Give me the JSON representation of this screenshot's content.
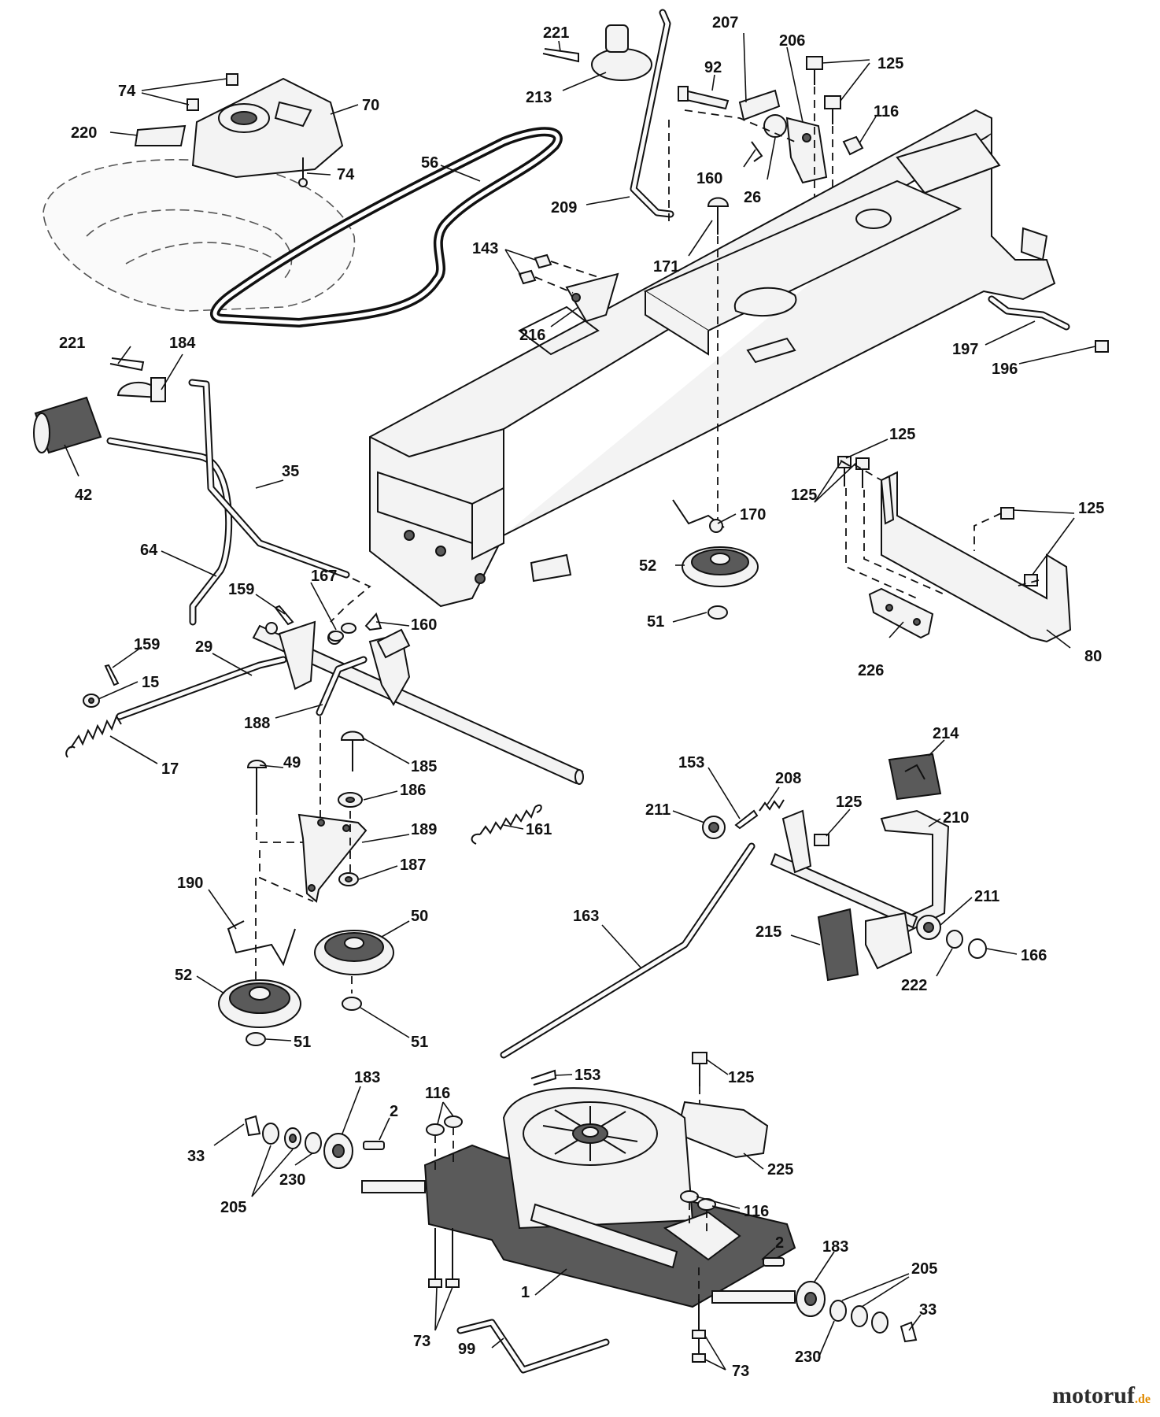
{
  "diagram": {
    "callouts": [
      {
        "id": "74a",
        "label": "74"
      },
      {
        "id": "70",
        "label": "70"
      },
      {
        "id": "220",
        "label": "220"
      },
      {
        "id": "74b",
        "label": "74"
      },
      {
        "id": "221a",
        "label": "221"
      },
      {
        "id": "213",
        "label": "213"
      },
      {
        "id": "207",
        "label": "207"
      },
      {
        "id": "206",
        "label": "206"
      },
      {
        "id": "125a",
        "label": "125"
      },
      {
        "id": "92",
        "label": "92"
      },
      {
        "id": "116a",
        "label": "116"
      },
      {
        "id": "56",
        "label": "56"
      },
      {
        "id": "160a",
        "label": "160"
      },
      {
        "id": "26",
        "label": "26"
      },
      {
        "id": "209",
        "label": "209"
      },
      {
        "id": "143",
        "label": "143"
      },
      {
        "id": "171",
        "label": "171"
      },
      {
        "id": "216",
        "label": "216"
      },
      {
        "id": "221b",
        "label": "221"
      },
      {
        "id": "184",
        "label": "184"
      },
      {
        "id": "197",
        "label": "197"
      },
      {
        "id": "196",
        "label": "196"
      },
      {
        "id": "42",
        "label": "42"
      },
      {
        "id": "35",
        "label": "35"
      },
      {
        "id": "125b",
        "label": "125"
      },
      {
        "id": "125c",
        "label": "125"
      },
      {
        "id": "125d",
        "label": "125"
      },
      {
        "id": "170",
        "label": "170"
      },
      {
        "id": "64",
        "label": "64"
      },
      {
        "id": "52a",
        "label": "52"
      },
      {
        "id": "167",
        "label": "167"
      },
      {
        "id": "159a",
        "label": "159"
      },
      {
        "id": "160b",
        "label": "160"
      },
      {
        "id": "51a",
        "label": "51"
      },
      {
        "id": "159b",
        "label": "159"
      },
      {
        "id": "29",
        "label": "29"
      },
      {
        "id": "226",
        "label": "226"
      },
      {
        "id": "80",
        "label": "80"
      },
      {
        "id": "15",
        "label": "15"
      },
      {
        "id": "188",
        "label": "188"
      },
      {
        "id": "17",
        "label": "17"
      },
      {
        "id": "214",
        "label": "214"
      },
      {
        "id": "49",
        "label": "49"
      },
      {
        "id": "185",
        "label": "185"
      },
      {
        "id": "153a",
        "label": "153"
      },
      {
        "id": "208",
        "label": "208"
      },
      {
        "id": "186",
        "label": "186"
      },
      {
        "id": "211a",
        "label": "211"
      },
      {
        "id": "125e",
        "label": "125"
      },
      {
        "id": "189",
        "label": "189"
      },
      {
        "id": "161",
        "label": "161"
      },
      {
        "id": "210",
        "label": "210"
      },
      {
        "id": "187",
        "label": "187"
      },
      {
        "id": "190",
        "label": "190"
      },
      {
        "id": "50",
        "label": "50"
      },
      {
        "id": "163",
        "label": "163"
      },
      {
        "id": "211b",
        "label": "211"
      },
      {
        "id": "215",
        "label": "215"
      },
      {
        "id": "166",
        "label": "166"
      },
      {
        "id": "52b",
        "label": "52"
      },
      {
        "id": "222",
        "label": "222"
      },
      {
        "id": "51b",
        "label": "51"
      },
      {
        "id": "51c",
        "label": "51"
      },
      {
        "id": "153b",
        "label": "153"
      },
      {
        "id": "125f",
        "label": "125"
      },
      {
        "id": "183a",
        "label": "183"
      },
      {
        "id": "116b",
        "label": "116"
      },
      {
        "id": "2a",
        "label": "2"
      },
      {
        "id": "33a",
        "label": "33"
      },
      {
        "id": "230a",
        "label": "230"
      },
      {
        "id": "225",
        "label": "225"
      },
      {
        "id": "205a",
        "label": "205"
      },
      {
        "id": "116c",
        "label": "116"
      },
      {
        "id": "2b",
        "label": "2"
      },
      {
        "id": "183b",
        "label": "183"
      },
      {
        "id": "205b",
        "label": "205"
      },
      {
        "id": "1",
        "label": "1"
      },
      {
        "id": "73a",
        "label": "73"
      },
      {
        "id": "33b",
        "label": "33"
      },
      {
        "id": "99",
        "label": "99"
      },
      {
        "id": "73b",
        "label": "73"
      },
      {
        "id": "230b",
        "label": "230"
      }
    ]
  },
  "watermark": {
    "name": "motoruf",
    "tld": ".de"
  }
}
